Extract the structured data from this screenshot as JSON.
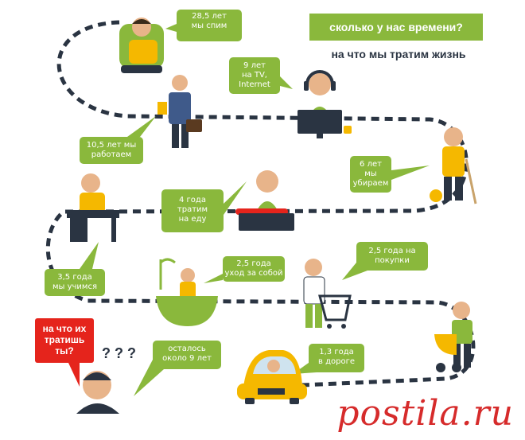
{
  "header": {
    "title": "сколько у нас времени?",
    "subtitle": "на что мы тратим жизнь"
  },
  "items": [
    {
      "id": "sleep",
      "lines": [
        "28,5 лет",
        "мы спим"
      ]
    },
    {
      "id": "tv",
      "lines": [
        "9 лет",
        "на TV,",
        "Internet"
      ]
    },
    {
      "id": "work",
      "lines": [
        "10,5 лет мы",
        "работаем"
      ]
    },
    {
      "id": "cleaning",
      "lines": [
        "6 лет",
        "мы",
        "убираем"
      ]
    },
    {
      "id": "food",
      "lines": [
        "4 года",
        "тратим",
        "на еду"
      ]
    },
    {
      "id": "study",
      "lines": [
        "3,5 года",
        "мы учимся"
      ]
    },
    {
      "id": "self-care",
      "lines": [
        "2,5 года",
        "уход за собой"
      ]
    },
    {
      "id": "shopping",
      "lines": [
        "2,5 года на",
        "покупки"
      ]
    },
    {
      "id": "remaining",
      "lines": [
        "осталось",
        "около 9 лет"
      ]
    },
    {
      "id": "commute",
      "lines": [
        "1,3 года",
        "в дороге"
      ]
    }
  ],
  "question": {
    "lines": [
      "на что их",
      "тратишь",
      "ты?"
    ],
    "marks": "? ? ?"
  },
  "watermark": "postila.ru",
  "colors": {
    "accent_green": "#8ab83c",
    "accent_yellow": "#f5b800",
    "path_navy": "#2a3442",
    "question_red": "#e5241c"
  }
}
